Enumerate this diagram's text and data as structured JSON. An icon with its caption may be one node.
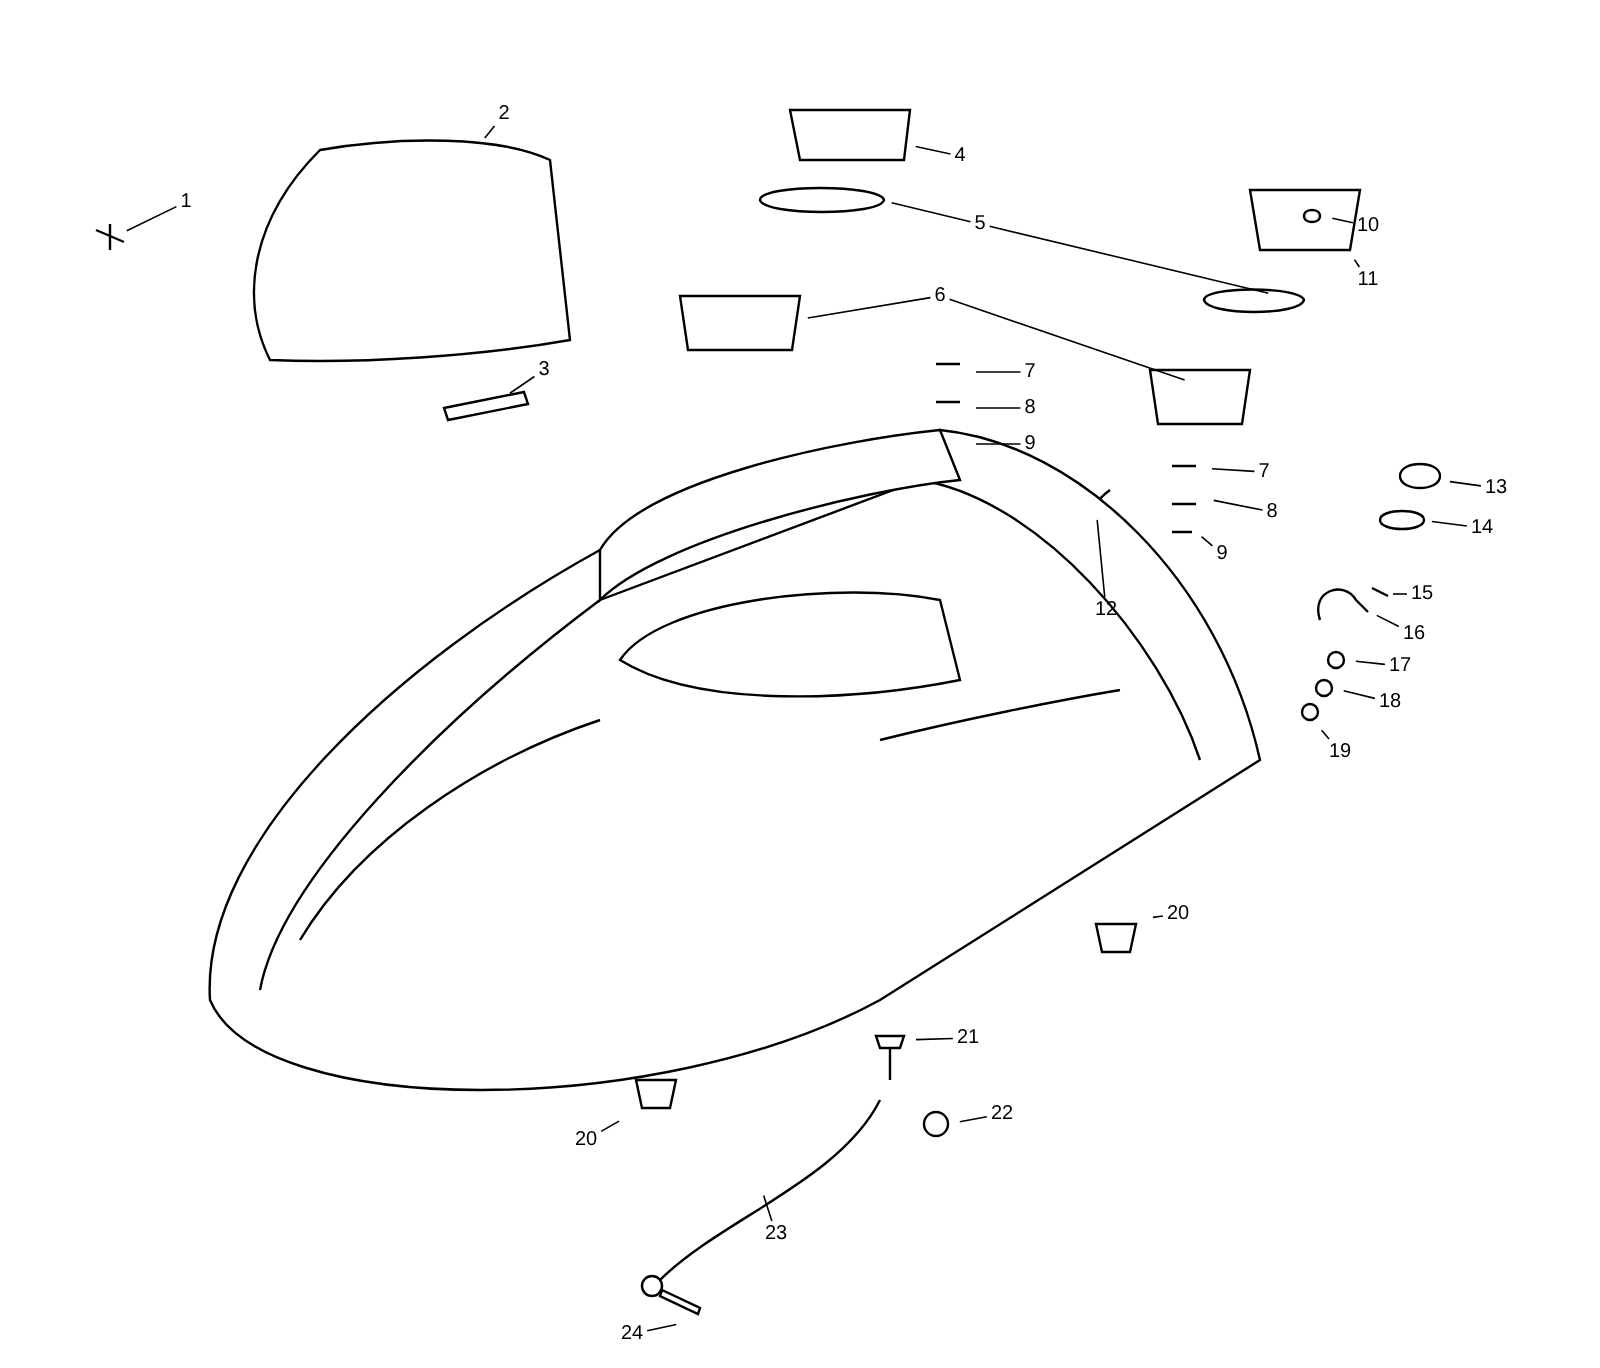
{
  "diagram": {
    "nodes": [
      {
        "text": [
          "1"
        ]
      },
      {
        "text": [
          "2"
        ]
      },
      {
        "text": [
          "3"
        ]
      },
      {
        "text": [
          "4"
        ]
      },
      {
        "text": [
          "5"
        ]
      },
      {
        "text": [
          "6"
        ]
      },
      {
        "text": [
          "7"
        ]
      },
      {
        "text": [
          "8"
        ]
      },
      {
        "text": [
          "9"
        ]
      },
      {
        "text": [
          "10"
        ]
      },
      {
        "text": [
          "11"
        ]
      },
      {
        "text": [
          "7"
        ]
      },
      {
        "text": [
          "8"
        ]
      },
      {
        "text": [
          "9"
        ]
      },
      {
        "text": [
          "12"
        ]
      },
      {
        "text": [
          "13"
        ]
      },
      {
        "text": [
          "14"
        ]
      },
      {
        "text": [
          "15"
        ]
      },
      {
        "text": [
          "16"
        ]
      },
      {
        "text": [
          "17"
        ]
      },
      {
        "text": [
          "18"
        ]
      },
      {
        "text": [
          "19"
        ]
      },
      {
        "text": [
          "20"
        ]
      },
      {
        "text": [
          "20"
        ]
      },
      {
        "text": [
          "21"
        ]
      },
      {
        "text": [
          "22"
        ]
      },
      {
        "text": [
          "23"
        ]
      },
      {
        "text": [
          "24"
        ]
      }
    ],
    "edges": [
      {
        "from": 0,
        "to": null,
        "arrow": "none"
      },
      {
        "from": 1,
        "to": null,
        "arrow": "none"
      },
      {
        "from": 2,
        "to": null,
        "arrow": "none"
      },
      {
        "from": 3,
        "to": null,
        "arrow": "none"
      },
      {
        "from": 4,
        "to": null,
        "arrow": "none"
      },
      {
        "from": 4,
        "to": null,
        "arrow": "none"
      },
      {
        "from": 5,
        "to": null,
        "arrow": "none"
      },
      {
        "from": 5,
        "to": null,
        "arrow": "none"
      },
      {
        "from": 6,
        "to": null,
        "arrow": "none"
      },
      {
        "from": 7,
        "to": null,
        "arrow": "none"
      },
      {
        "from": 8,
        "to": null,
        "arrow": "none"
      },
      {
        "from": 9,
        "to": null,
        "arrow": "none"
      },
      {
        "from": 10,
        "to": null,
        "arrow": "none"
      },
      {
        "from": 11,
        "to": null,
        "arrow": "none"
      },
      {
        "from": 12,
        "to": null,
        "arrow": "none"
      },
      {
        "from": 13,
        "to": null,
        "arrow": "none"
      },
      {
        "from": 14,
        "to": null,
        "arrow": "none"
      },
      {
        "from": 15,
        "to": null,
        "arrow": "none"
      },
      {
        "from": 16,
        "to": null,
        "arrow": "none"
      },
      {
        "from": 17,
        "to": null,
        "arrow": "none"
      },
      {
        "from": 18,
        "to": null,
        "arrow": "none"
      },
      {
        "from": 19,
        "to": null,
        "arrow": "none"
      },
      {
        "from": 20,
        "to": null,
        "arrow": "none"
      },
      {
        "from": 21,
        "to": null,
        "arrow": "none"
      },
      {
        "from": 22,
        "to": null,
        "arrow": "none"
      },
      {
        "from": 23,
        "to": null,
        "arrow": "none"
      },
      {
        "from": 24,
        "to": null,
        "arrow": "none"
      },
      {
        "from": 25,
        "to": null,
        "arrow": "none"
      },
      {
        "from": 26,
        "to": null,
        "arrow": "none"
      },
      {
        "from": 27,
        "to": null,
        "arrow": "none"
      }
    ]
  }
}
